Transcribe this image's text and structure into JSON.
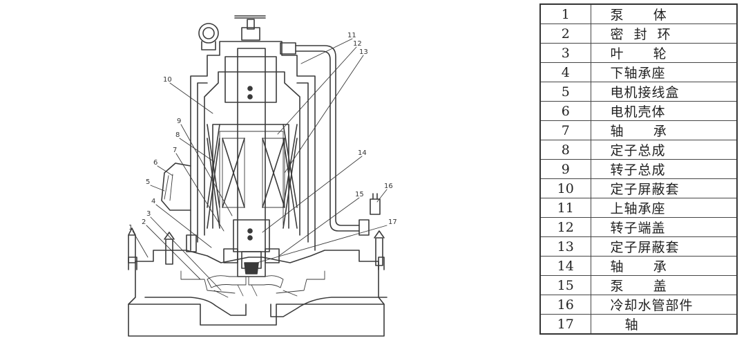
{
  "legend": {
    "rows": [
      {
        "num": "1",
        "name": "泵      体"
      },
      {
        "num": "2",
        "name": "密  封  环"
      },
      {
        "num": "3",
        "name": "叶      轮"
      },
      {
        "num": "4",
        "name": "下轴承座"
      },
      {
        "num": "5",
        "name": "电机接线盒"
      },
      {
        "num": "6",
        "name": "电机壳体"
      },
      {
        "num": "7",
        "name": "轴      承"
      },
      {
        "num": "8",
        "name": "定子总成"
      },
      {
        "num": "9",
        "name": "转子总成"
      },
      {
        "num": "10",
        "name": "定子屏蔽套"
      },
      {
        "num": "11",
        "name": "上轴承座"
      },
      {
        "num": "12",
        "name": "转子端盖"
      },
      {
        "num": "13",
        "name": "定子屏蔽套"
      },
      {
        "num": "14",
        "name": "轴      承"
      },
      {
        "num": "15",
        "name": "泵      盖"
      },
      {
        "num": "16",
        "name": "冷却水管部件"
      },
      {
        "num": "17",
        "name": "   轴"
      }
    ]
  },
  "callouts": [
    "1",
    "2",
    "3",
    "4",
    "5",
    "6",
    "7",
    "8",
    "9",
    "10",
    "11",
    "12",
    "13",
    "14",
    "15",
    "16",
    "17"
  ]
}
